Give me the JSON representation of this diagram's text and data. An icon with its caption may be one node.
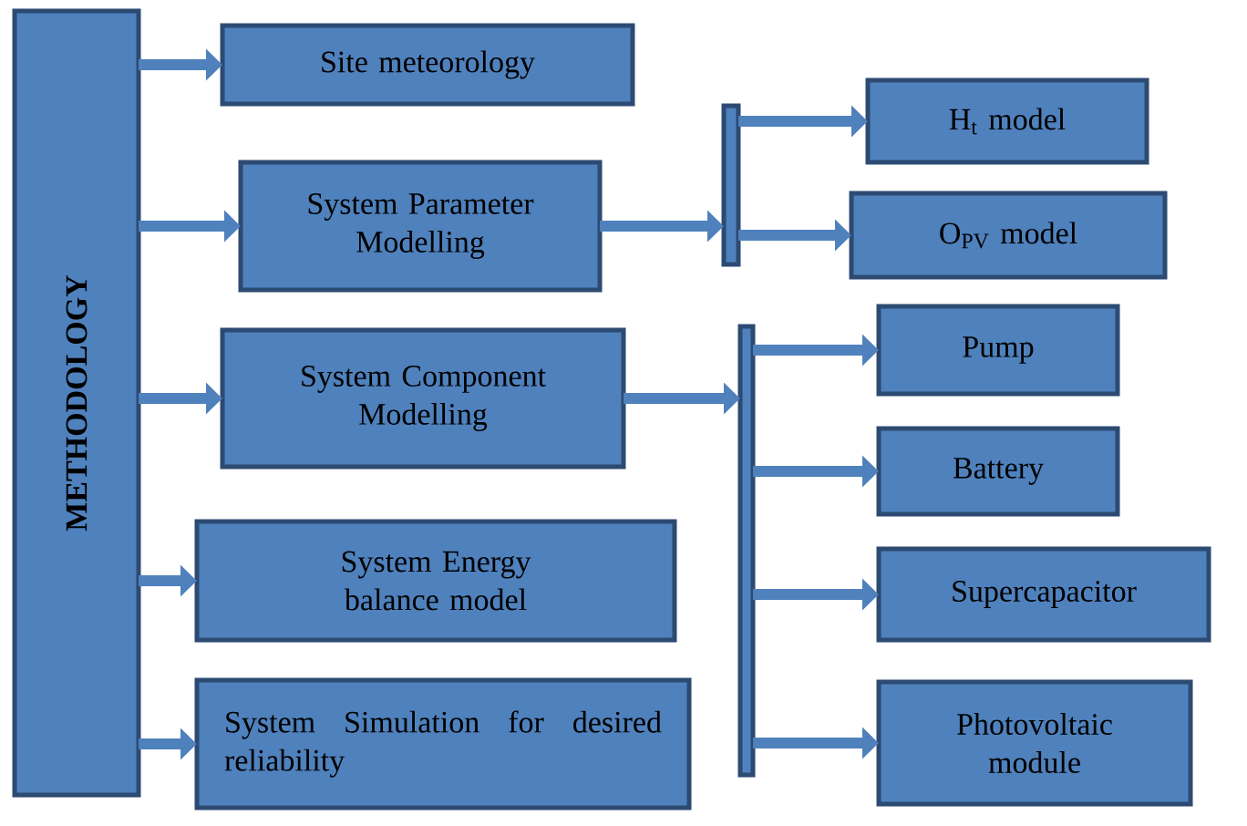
{
  "diagram": {
    "nodes": [
      {
        "text": [
          "METHODOLOGY"
        ]
      },
      {
        "text": [
          "Site meteorology"
        ]
      },
      {
        "text": [
          "System Parameter Modelling"
        ]
      },
      {
        "text": [
          "System Component Modelling"
        ]
      },
      {
        "text": [
          "System Energy balance model"
        ]
      },
      {
        "text": [
          "System Simulation for desired reliability"
        ]
      },
      {
        "text": [
          "H$_{t}$ model"
        ]
      },
      {
        "text": [
          "O$_{PV}$ model"
        ]
      },
      {
        "text": [
          "Pump"
        ]
      },
      {
        "text": [
          "Battery"
        ]
      },
      {
        "text": [
          "Supercapacitor"
        ]
      },
      {
        "text": [
          "Photovoltaic module"
        ]
      },
      {
        "text": [],
        "shape": "bar"
      },
      {
        "text": [],
        "shape": "bar"
      }
    ],
    "edges": [
      {
        "from": 0,
        "to": 1,
        "arrow": "to"
      },
      {
        "from": 0,
        "to": 2,
        "arrow": "to"
      },
      {
        "from": 0,
        "to": 3,
        "arrow": "to"
      },
      {
        "from": 0,
        "to": 4,
        "arrow": "to"
      },
      {
        "from": 0,
        "to": 5,
        "arrow": "to"
      },
      {
        "from": 2,
        "to": 12,
        "arrow": "to"
      },
      {
        "from": 12,
        "to": 6,
        "arrow": "to"
      },
      {
        "from": 12,
        "to": 7,
        "arrow": "to"
      },
      {
        "from": 3,
        "to": 13,
        "arrow": "to"
      },
      {
        "from": 13,
        "to": 8,
        "arrow": "to"
      },
      {
        "from": 13,
        "to": 9,
        "arrow": "to"
      },
      {
        "from": 13,
        "to": 10,
        "arrow": "to"
      },
      {
        "from": 13,
        "to": 11,
        "arrow": "to"
      }
    ]
  }
}
